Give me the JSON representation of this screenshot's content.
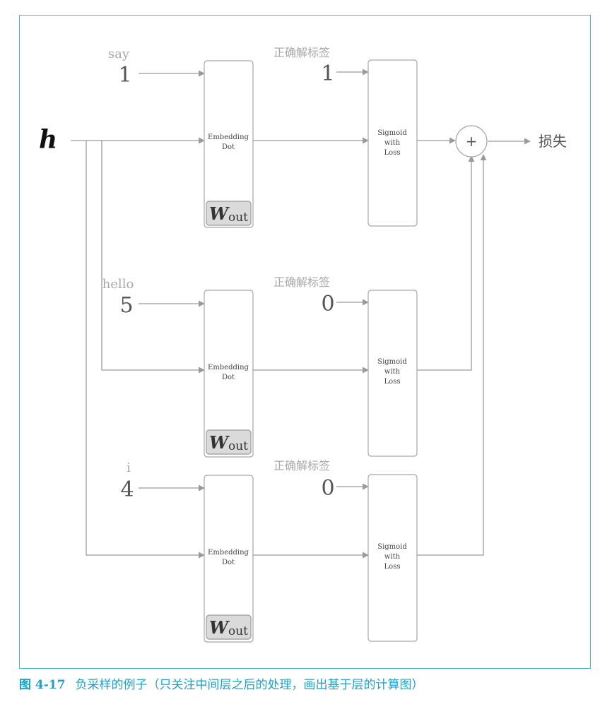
{
  "input_label": "h",
  "loss_label": "损失",
  "plus_symbol": "+",
  "rows": [
    {
      "word": "say",
      "index": "1",
      "correct_label_caption": "正确解标签",
      "correct_label": "1"
    },
    {
      "word": "hello",
      "index": "5",
      "correct_label_caption": "正确解标签",
      "correct_label": "0"
    },
    {
      "word": "i",
      "index": "4",
      "correct_label_caption": "正确解标签",
      "correct_label": "0"
    }
  ],
  "embedding": {
    "line1": "Embedding",
    "line2": "Dot",
    "weight_main": "W",
    "weight_sub": "out"
  },
  "sigmoid": {
    "line1": "Sigmoid",
    "line2": "with",
    "line3": "Loss"
  },
  "caption": {
    "number": "图 4-17",
    "text": "负采样的例子（只关注中间层之后的处理，画出基于层的计算图）"
  },
  "colors": {
    "frame": "#4bb8c7",
    "caption": "#1da1c4",
    "lines": "#9a9a9a",
    "weight_fill": "#dadada"
  }
}
